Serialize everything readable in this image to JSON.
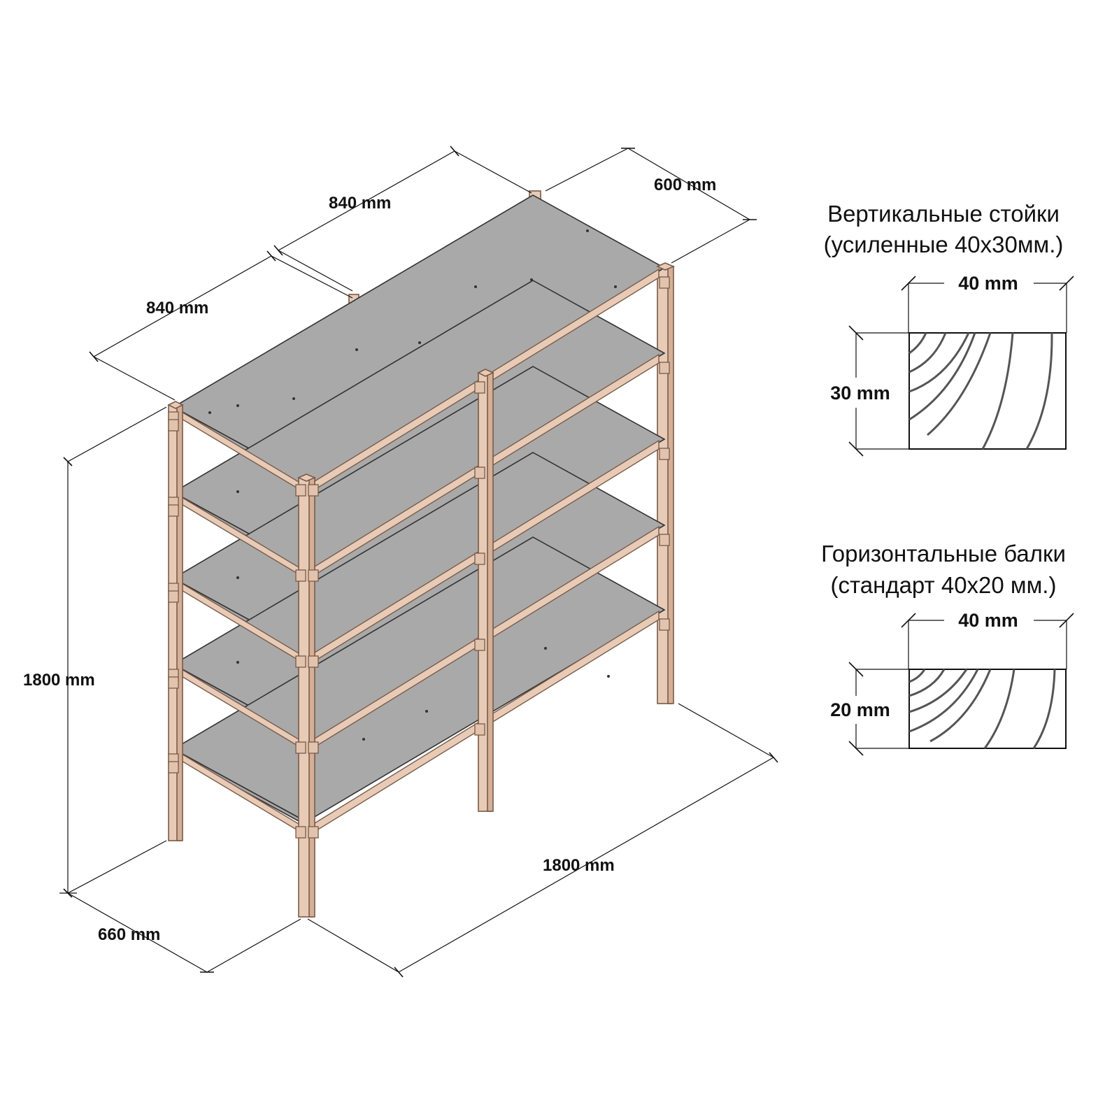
{
  "dimensions": {
    "top_left_depth": "840 mm",
    "top_right_depth": "840 mm",
    "top_width": "600 mm",
    "height": "1800 mm",
    "bottom_depth": "660 mm",
    "bottom_length": "1800 mm"
  },
  "sections": {
    "vertical": {
      "title_line1": "Вертикальные стойки",
      "title_line2": "(усиленные 40х30мм.)",
      "width_label": "40 mm",
      "height_label": "30 mm"
    },
    "horizontal": {
      "title_line1": "Горизонтальные балки",
      "title_line2": "(стандарт 40х20 мм.)",
      "width_label": "40 mm",
      "height_label": "20 mm"
    }
  },
  "colors": {
    "wood": "#e7cbb6",
    "shelf": "#a9a9a9",
    "line": "#111111"
  }
}
